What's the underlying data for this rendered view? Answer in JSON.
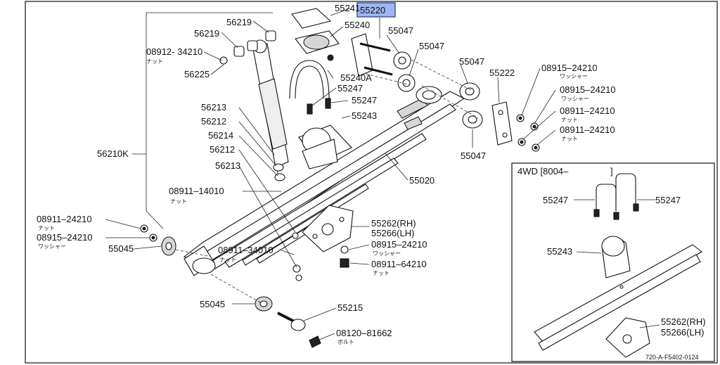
{
  "labels": {
    "p55241": "55241",
    "p55220": "55220",
    "p55240": "55240",
    "p56219a": "56219",
    "p56219b": "56219",
    "p08912": "08912- 34210",
    "p08912_sub": "ナット",
    "p56225": "56225",
    "p55047a": "55047",
    "p55047b": "55047",
    "p55047c": "55047",
    "p55047d": "55047",
    "p55222": "55222",
    "p55240A": "55240A",
    "p55247a": "55247",
    "p55247b": "55247",
    "p55243": "55243",
    "p56213a": "56213",
    "p56212a": "56212",
    "p56214": "56214",
    "p56212b": "56212",
    "p56213b": "56213",
    "p56210K": "56210K",
    "p08911_14010": "08911–14010",
    "p08911_14010_sub": "ナット",
    "p55020": "55020",
    "p08911_24210_left": "08911–24210",
    "p08911_24210_left_sub": "ナット",
    "p08915_24210_left": "08915–24210",
    "p08915_24210_left_sub": "ワッシャー",
    "p55045a": "55045",
    "p55262rh": "55262(RH)",
    "p55266lh": "55266(LH)",
    "p08911_34010": "08911–34010",
    "p08911_34010_sub": "ナット",
    "p08915_24210_mid": "08915–24210",
    "p08915_24210_mid_sub": "ワッシャー",
    "p08911_64210": "08911–64210",
    "p08911_64210_sub": "ナット",
    "p55045b": "55045",
    "p55215": "55215",
    "p08120": "08120–81662",
    "p08120_sub": "ボルト",
    "r08915_a": "08915–24210",
    "r08915_a_sub": "ワッシャー",
    "r08915_b": "08915–24210",
    "r08915_b_sub": "ワッシャー",
    "r08911_a": "08911–24210",
    "r08911_a_sub": "ナット",
    "r08911_b": "08911–24210",
    "r08911_b_sub": "ナット"
  },
  "inset": {
    "title": "4WD [8004–",
    "bracket_end": "]",
    "p55247a": "55247",
    "p55247b": "55247",
    "p55243": "55243",
    "p55262rh": "55262(RH)",
    "p55266lh": "55266(LH)"
  },
  "diagram_code": "720-A-F5402-0124",
  "highlight": {
    "part": "55220",
    "color": "#9fb6f0"
  }
}
